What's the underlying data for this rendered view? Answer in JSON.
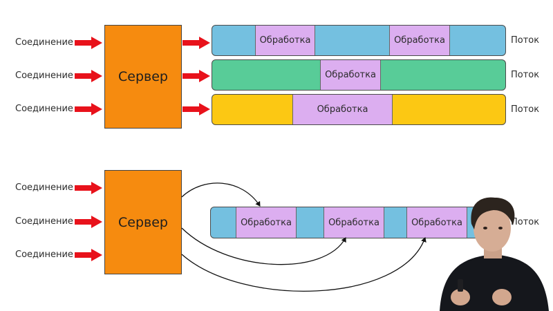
{
  "top": {
    "connection_labels": [
      "Соединение",
      "Соединение",
      "Соединение"
    ],
    "server_label": "Сервер",
    "threads": [
      {
        "label": "Поток",
        "color": "#74c0e0",
        "segments": [
          "Обработка",
          "Обработка"
        ]
      },
      {
        "label": "Поток",
        "color": "#58cc98",
        "segments": [
          "Обработка"
        ]
      },
      {
        "label": "Поток",
        "color": "#fcc813",
        "segments": [
          "Обработка"
        ]
      }
    ]
  },
  "bottom": {
    "connection_labels": [
      "Соединение",
      "Соединение",
      "Соединение"
    ],
    "server_label": "Сервер",
    "thread": {
      "label": "Поток",
      "color": "#74c0e0",
      "segments": [
        "Обработка",
        "Обработка",
        "Обработка"
      ]
    }
  },
  "colors": {
    "arrow": "#e8121b",
    "server": "#f68b0f",
    "processing": "#dcaef0"
  }
}
